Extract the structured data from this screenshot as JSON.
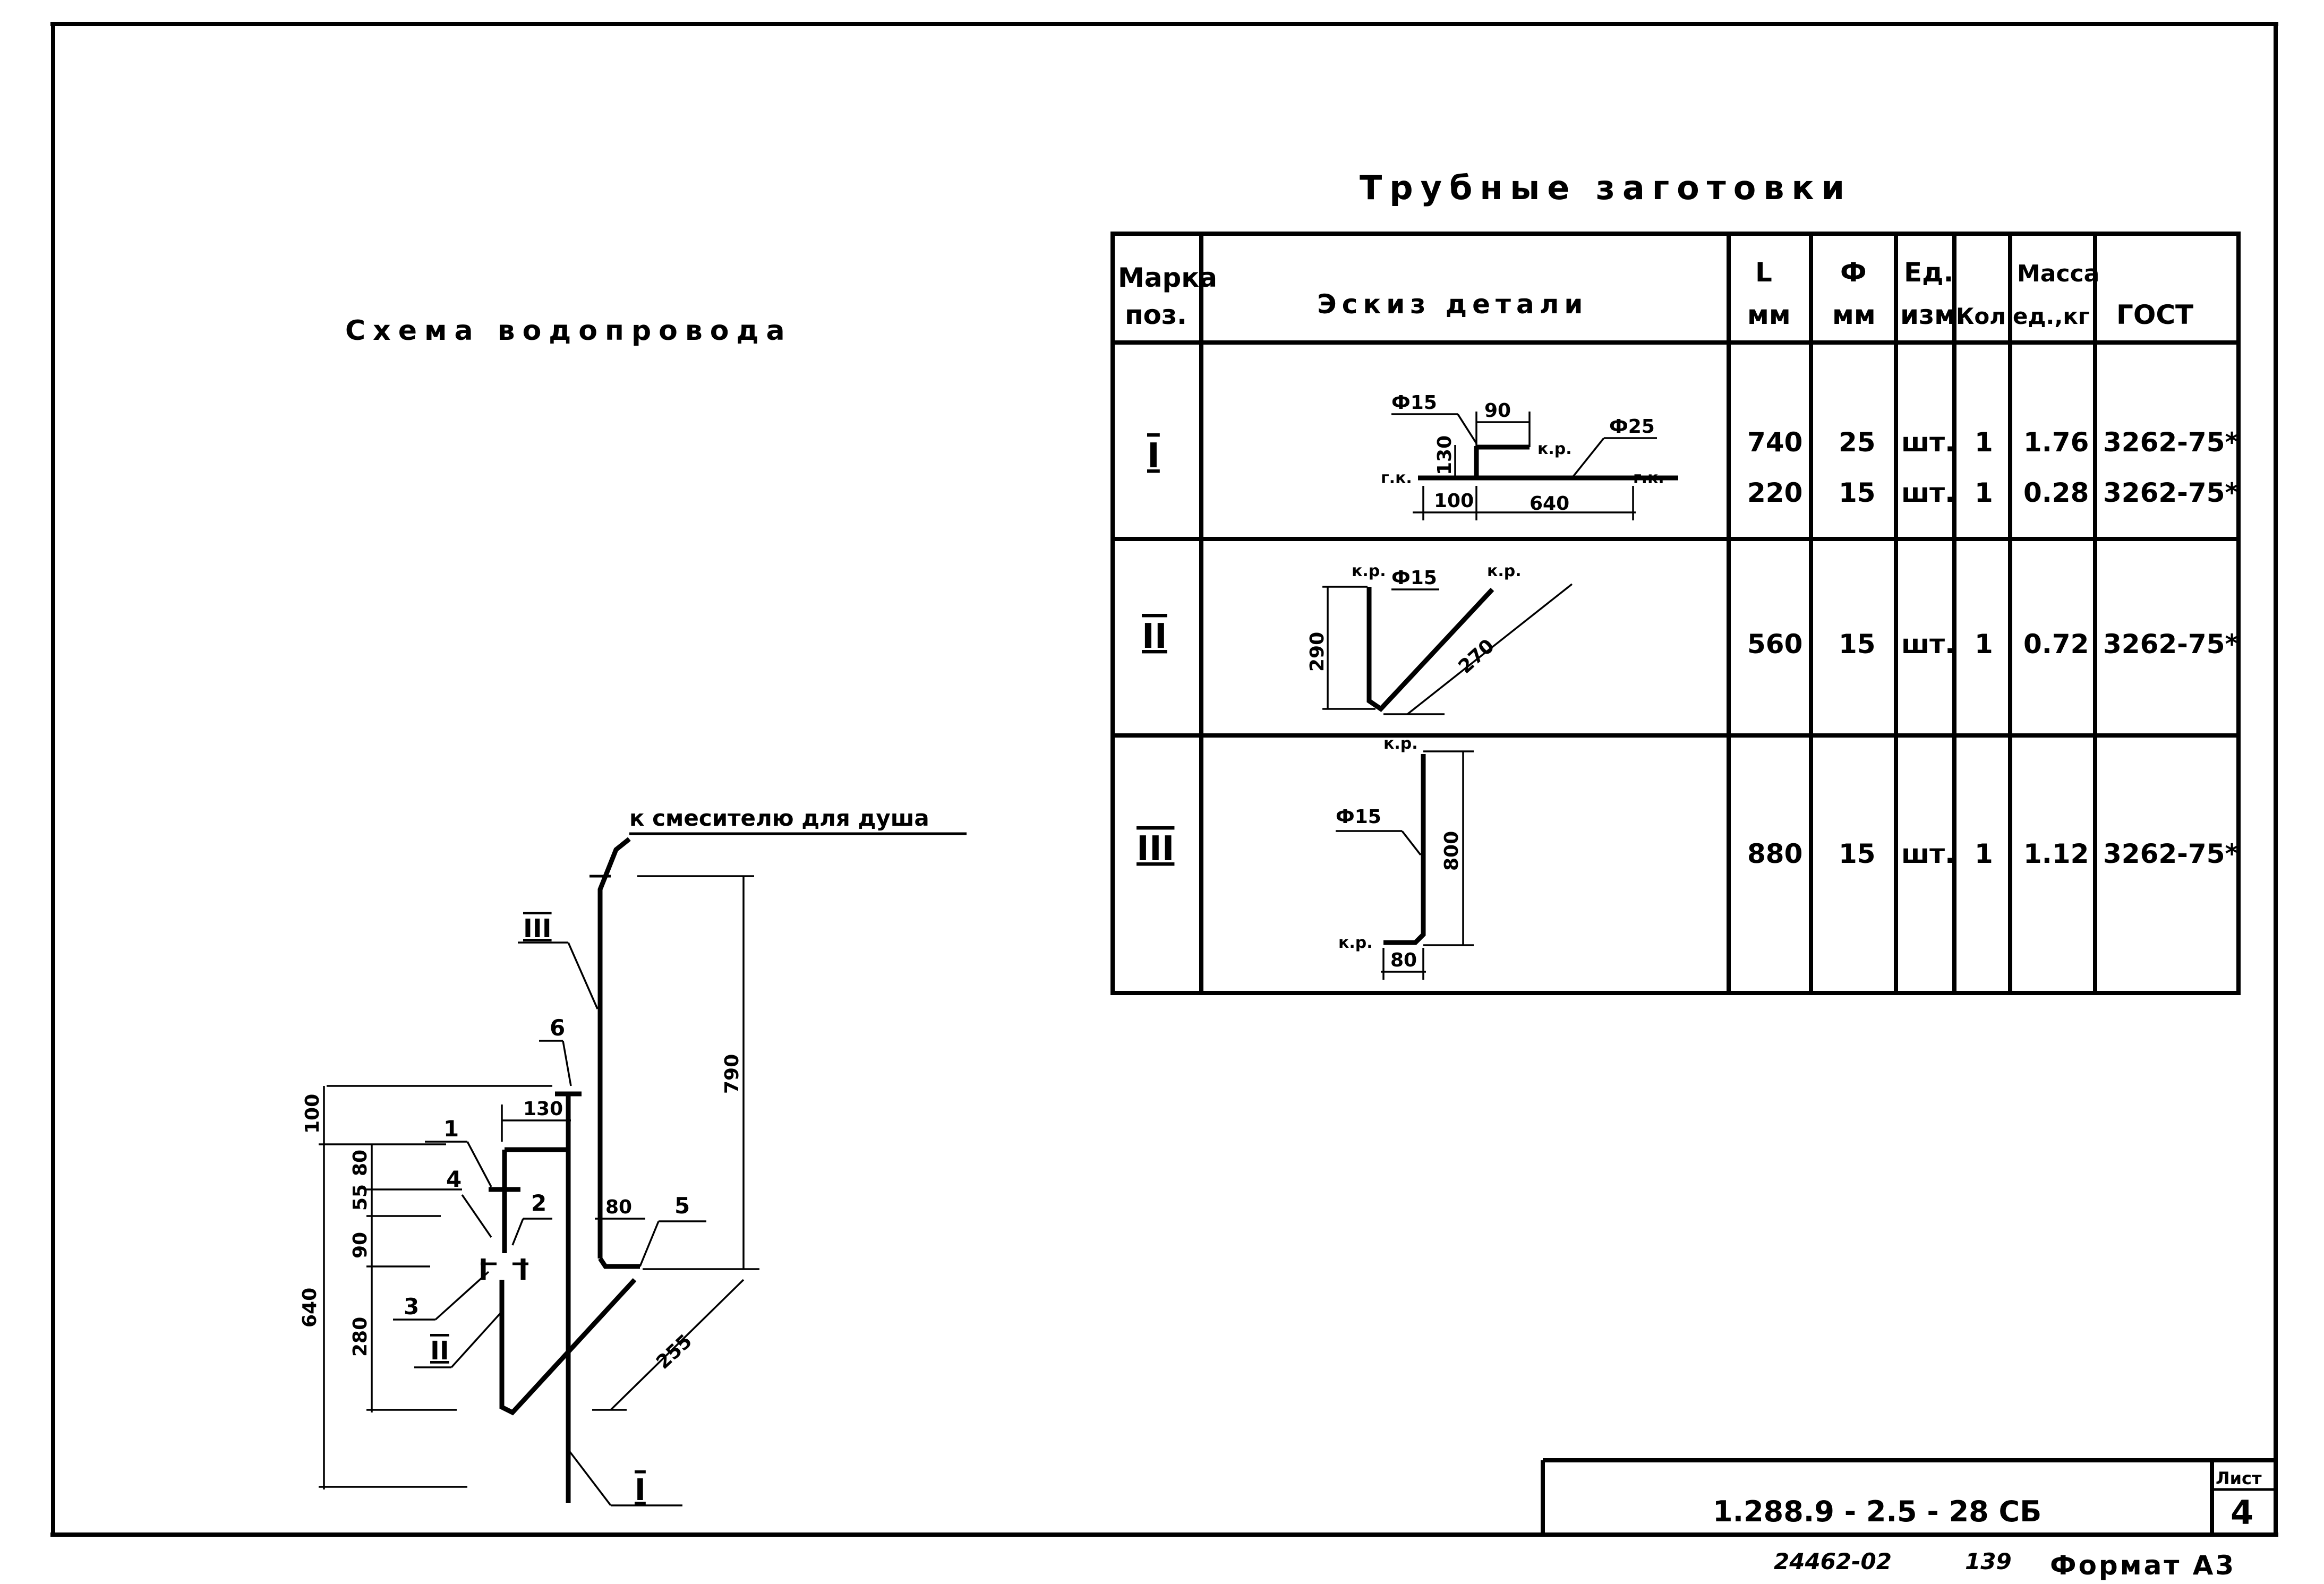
{
  "sheet": {
    "scheme_title": "Схема водопровода",
    "table_title": "Трубные заготовки",
    "document_code": "1.288.9 - 2.5 - 28 СБ",
    "sheet_label": "Лист",
    "sheet_number": "4",
    "archive_number": "24462-02",
    "page_number": "139",
    "format_label": "Формат А3"
  },
  "table": {
    "headers": {
      "mark": "Марка поз.",
      "sketch": "Эскиз детали",
      "length": "L мм",
      "diameter": "Ф мм",
      "unit": "Ед. изм.",
      "qty": "Кол.",
      "mass": "Масса ед., кг",
      "gost": "ГОСТ"
    },
    "rows": [
      {
        "mark": "I",
        "lines": [
          {
            "length": "740",
            "diameter": "25",
            "unit": "шт.",
            "qty": "1",
            "mass": "1.76",
            "gost": "3262-75*"
          },
          {
            "length": "220",
            "diameter": "15",
            "unit": "шт.",
            "qty": "1",
            "mass": "0.28",
            "gost": "3262-75*"
          }
        ],
        "sketch": {
          "phi_small": "Ф15",
          "phi_large": "Ф25",
          "d_top": "90",
          "d_vert": "130",
          "d_left": "100",
          "d_right": "640",
          "end_left": "г.к.",
          "end_right": "г.к.",
          "end_top": "к.р."
        }
      },
      {
        "mark": "II",
        "lines": [
          {
            "length": "560",
            "diameter": "15",
            "unit": "шт.",
            "qty": "1",
            "mass": "0.72",
            "gost": "3262-75*"
          }
        ],
        "sketch": {
          "phi": "Ф15",
          "d_vert": "290",
          "d_diag": "270",
          "end_left": "к.р.",
          "end_right": "к.р."
        }
      },
      {
        "mark": "III",
        "lines": [
          {
            "length": "880",
            "diameter": "15",
            "unit": "шт.",
            "qty": "1",
            "mass": "1.12",
            "gost": "3262-75*"
          }
        ],
        "sketch": {
          "phi": "Ф15",
          "d_vert": "800",
          "d_bottom": "80",
          "end_top": "к.р.",
          "end_bottom": "к.р."
        }
      }
    ]
  },
  "scheme": {
    "shower_label": "к смесителю для душа",
    "dims": {
      "d100": "100",
      "d80": "80",
      "d55": "55",
      "d90": "90",
      "d280": "280",
      "d640": "640",
      "d130": "130",
      "d790": "790",
      "d80b": "80",
      "d255": "255"
    },
    "positions": [
      "1",
      "2",
      "3",
      "4",
      "5",
      "6"
    ],
    "marks": [
      "I",
      "II",
      "III"
    ]
  }
}
